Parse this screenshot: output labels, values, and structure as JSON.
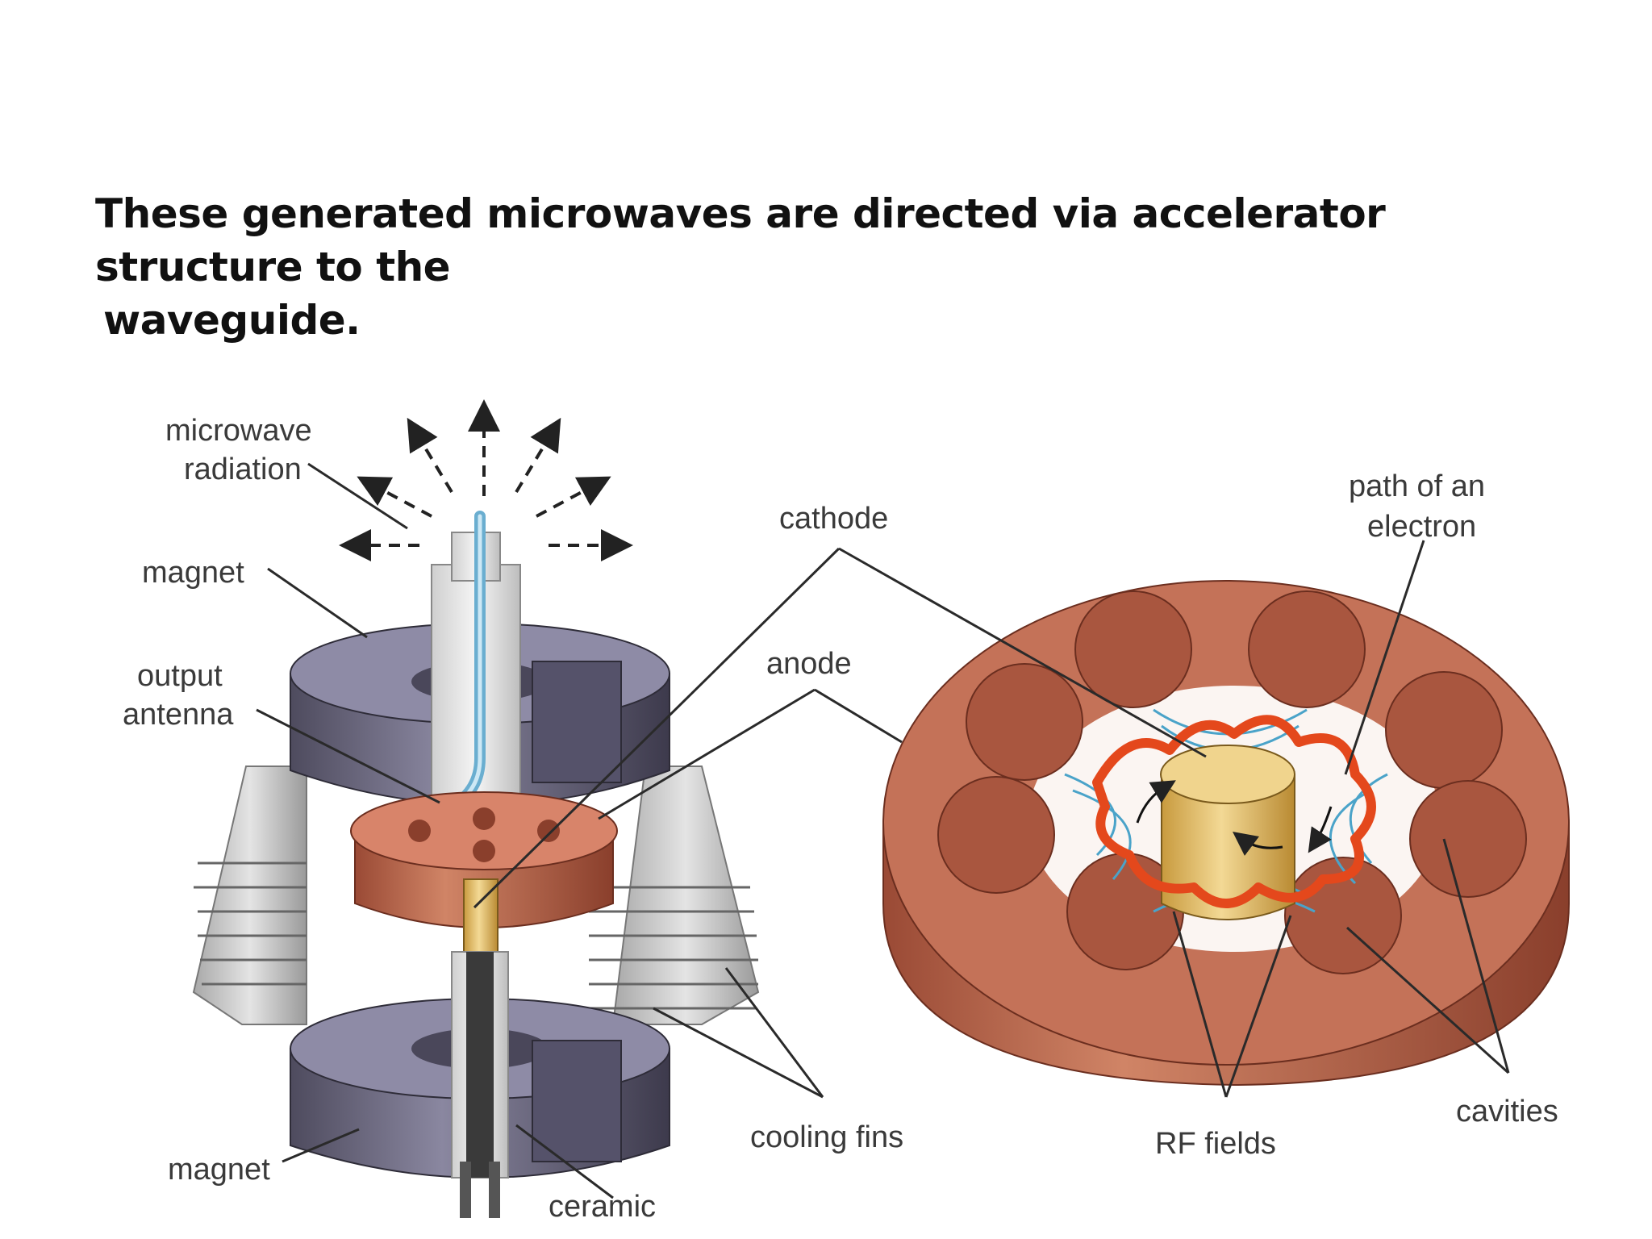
{
  "slide": {
    "title_line1": "These generated microwaves are directed via accelerator structure to the",
    "title_line2": "waveguide."
  },
  "labels": {
    "microwave_radiation_1": "microwave",
    "microwave_radiation_2": "radiation",
    "magnet_top": "magnet",
    "output_antenna_1": "output",
    "output_antenna_2": "antenna",
    "magnet_bottom": "magnet",
    "ceramic": "ceramic",
    "cooling_fins": "cooling fins",
    "cathode": "cathode",
    "anode": "anode",
    "path_electron_1": "path of an",
    "path_electron_2": "electron",
    "rf_fields": "RF fields",
    "cavities": "cavities"
  },
  "colors": {
    "magnet": "#6f6c80",
    "copper": "#b8634b",
    "cathode": "#e2b658",
    "electron_path": "#e4481c",
    "rf_field": "#4aa3c9",
    "cooling_fin": "#c9c9c9"
  }
}
